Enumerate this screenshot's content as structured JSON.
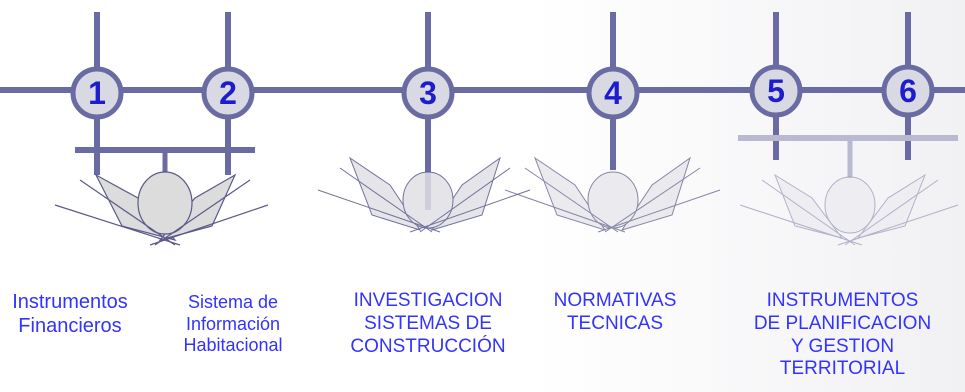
{
  "colors": {
    "line": "#6b6ba3",
    "line_faded": "#b9b9d2",
    "node_border": "#6b6ba3",
    "node_fill": "#d9d9e4",
    "number": "#1d1dcc",
    "shape_fill": "#dcdcdc",
    "shape_stroke": "#5a5a8a",
    "label": "#3333ff"
  },
  "nodes": [
    {
      "number": "1"
    },
    {
      "number": "2"
    },
    {
      "number": "3"
    },
    {
      "number": "4"
    },
    {
      "number": "5"
    },
    {
      "number": "6"
    }
  ],
  "labels": [
    {
      "lines": [
        "Instrumentos",
        "Financieros"
      ]
    },
    {
      "lines": [
        "Sistema de",
        "Información",
        "Habitacional"
      ]
    },
    {
      "lines": [
        "INVESTIGACION",
        "SISTEMAS DE",
        "CONSTRUCCIÓN"
      ]
    },
    {
      "lines": [
        "NORMATIVAS",
        "TECNICAS"
      ]
    },
    {
      "lines": [
        "INSTRUMENTOS",
        "DE PLANIFICACION",
        "Y GESTION",
        "TERRITORIAL"
      ]
    }
  ]
}
